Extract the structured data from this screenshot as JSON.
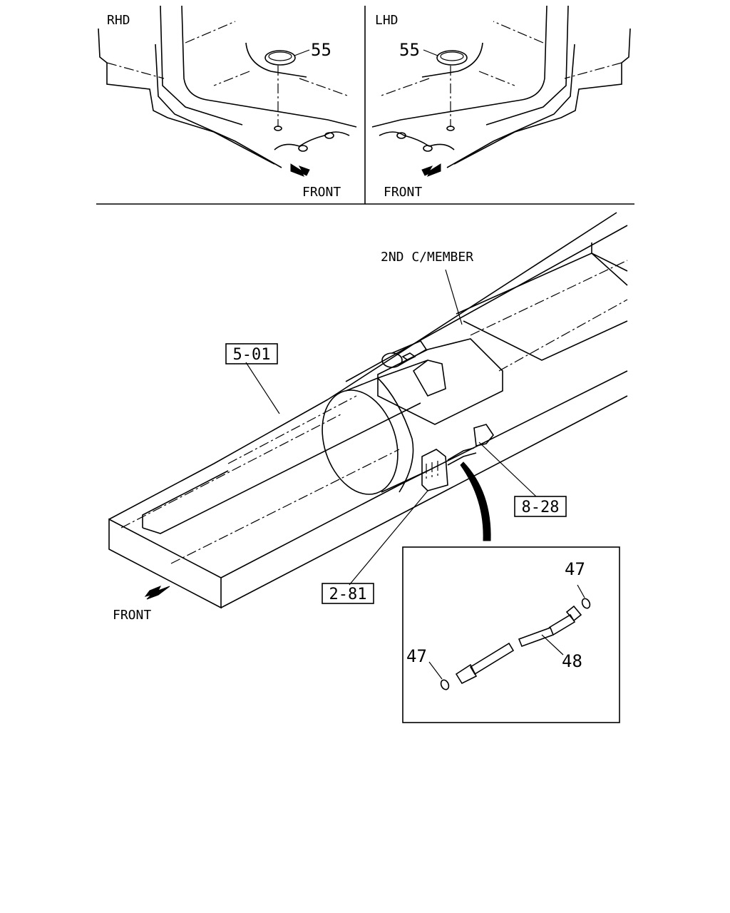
{
  "panels": {
    "rhd": {
      "title": "RHD",
      "part_label": "55",
      "front_label": "FRONT"
    },
    "lhd": {
      "title": "LHD",
      "part_label": "55",
      "front_label": "FRONT"
    }
  },
  "main": {
    "member_label": "2ND C/MEMBER",
    "ref_boxes": [
      "5-01",
      "8-28",
      "2-81"
    ],
    "front_label": "FRONT"
  },
  "detail": {
    "labels": {
      "o_ring_top": "47",
      "o_ring_bottom": "47",
      "hose": "48"
    }
  }
}
